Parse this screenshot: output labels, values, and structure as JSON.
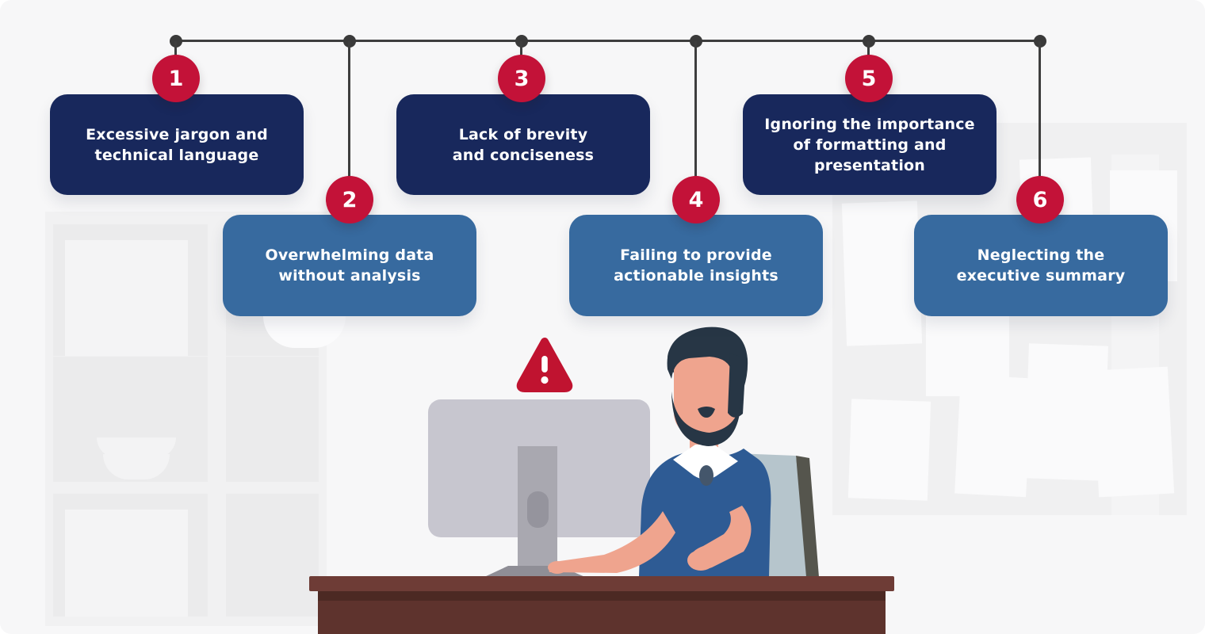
{
  "page": {
    "background": "#f7f7f8",
    "accent_red": "#c31238",
    "navy": "#18285c",
    "blue": "#376a9f",
    "line_color": "#3e3e3e"
  },
  "timeline": {
    "items": [
      {
        "number": "1",
        "label": "Excessive jargon and\ntechnical language",
        "variant": "navy"
      },
      {
        "number": "2",
        "label": "Overwhelming data\nwithout analysis",
        "variant": "blue"
      },
      {
        "number": "3",
        "label": "Lack of brevity\nand conciseness",
        "variant": "navy"
      },
      {
        "number": "4",
        "label": "Failing to provide\nactionable insights",
        "variant": "blue"
      },
      {
        "number": "5",
        "label": "Ignoring the importance\nof formatting and\npresentation",
        "variant": "navy"
      },
      {
        "number": "6",
        "label": "Neglecting the\nexecutive summary",
        "variant": "blue"
      }
    ]
  },
  "illustration": {
    "description": "man with beard in blue polo working at desktop computer, red warning triangle above monitor",
    "warning_symbol": "!",
    "colors": {
      "skin": "#efa48e",
      "hair": "#273645",
      "shirt": "#2e5b94",
      "chair": "#b6c5cc",
      "monitor": "#c7c6cf",
      "desk_top": "#6e3c36",
      "desk_body": "#5e332d",
      "triangle": "#c01330"
    }
  }
}
